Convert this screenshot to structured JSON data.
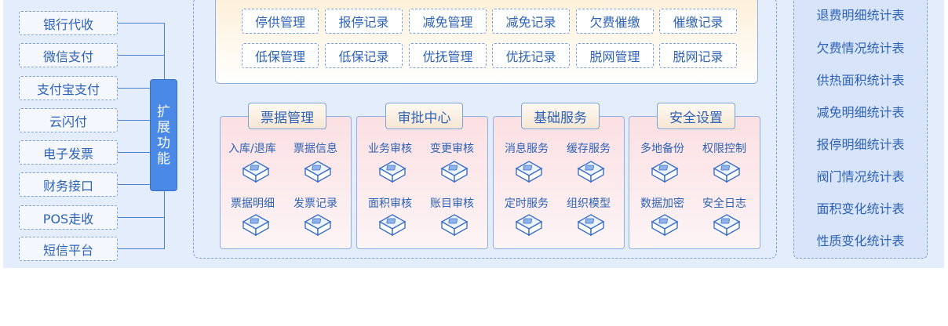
{
  "left_items": [
    "银行代收",
    "微信支付",
    "支付宝支付",
    "云闪付",
    "电子发票",
    "财务接口",
    "POS走收",
    "短信平台"
  ],
  "extension_label": [
    "扩",
    "展",
    "功",
    "能"
  ],
  "top_buttons": {
    "row1": [
      "停供管理",
      "报停记录",
      "减免管理",
      "减免记录",
      "欠费催缴",
      "催缴记录"
    ],
    "row2": [
      "低保管理",
      "低保记录",
      "优抚管理",
      "优抚记录",
      "脱网管理",
      "脱网记录"
    ]
  },
  "panels": [
    {
      "title": "票据管理",
      "items": [
        "入库/退库",
        "票据信息",
        "票据明细",
        "发票记录"
      ]
    },
    {
      "title": "审批中心",
      "items": [
        "业务审核",
        "变更审核",
        "面积审核",
        "账目审核"
      ]
    },
    {
      "title": "基础服务",
      "items": [
        "消息服务",
        "缓存服务",
        "定时服务",
        "组织模型"
      ]
    },
    {
      "title": "安全设置",
      "items": [
        "多地备份",
        "权限控制",
        "数据加密",
        "安全日志"
      ]
    }
  ],
  "right_reports": [
    "退费明细统计表",
    "欠费情况统计表",
    "供热面积统计表",
    "减免明细统计表",
    "报停明细统计表",
    "阀门情况统计表",
    "面积变化统计表",
    "性质变化统计表"
  ],
  "colors": {
    "accent": "#4a8ae6",
    "text": "#2e62b5",
    "background": "#e4edfb"
  }
}
